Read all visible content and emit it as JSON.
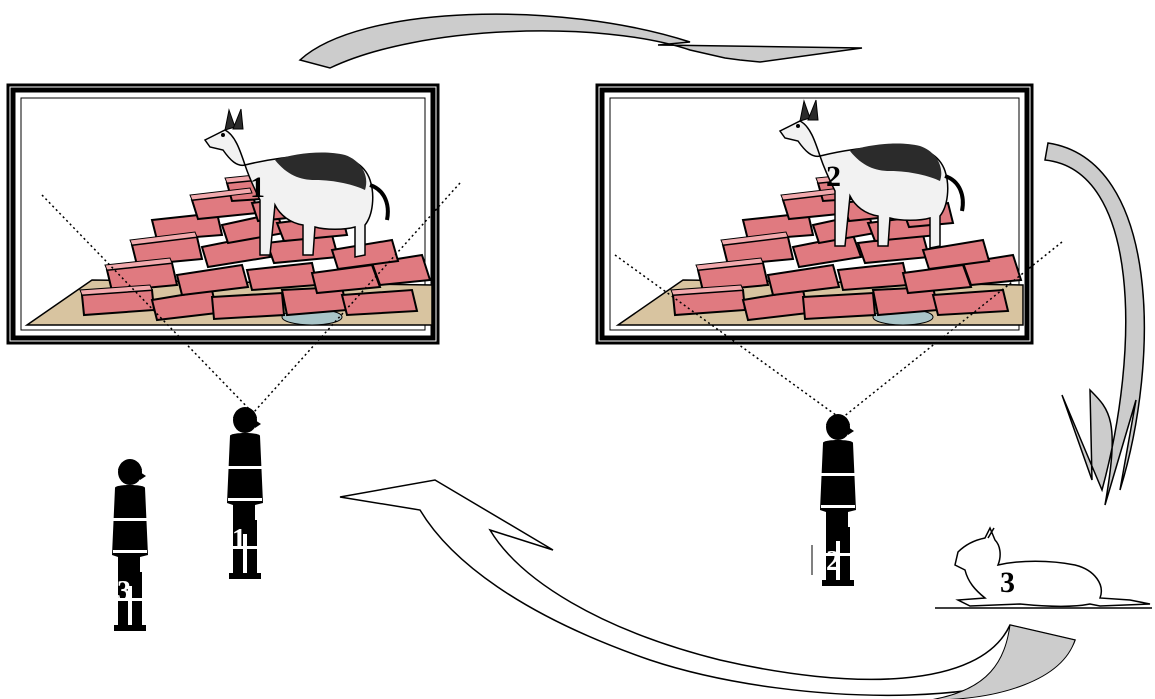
{
  "labels": {
    "dog_on_rubble_left": "1",
    "dog_on_rubble_right": "2",
    "lying_dog": "3",
    "handler_left": "1",
    "handler_right": "2",
    "handler_waiting": "3"
  },
  "colors": {
    "arrow_fill": "#cccccc",
    "arrow_stroke": "#000000",
    "brick_fill": "#e07a80",
    "brick_top": "#f2a9ad",
    "ground": "#d8c4a0",
    "frame": "#000000",
    "dog_dark": "#2b2b2b",
    "dog_light": "#f2f2f2"
  },
  "icons": {
    "rubble": "rubble-icon",
    "dog": "dog-icon",
    "handler": "handler-icon",
    "cycle_arrow": "curved-arrow-icon"
  }
}
